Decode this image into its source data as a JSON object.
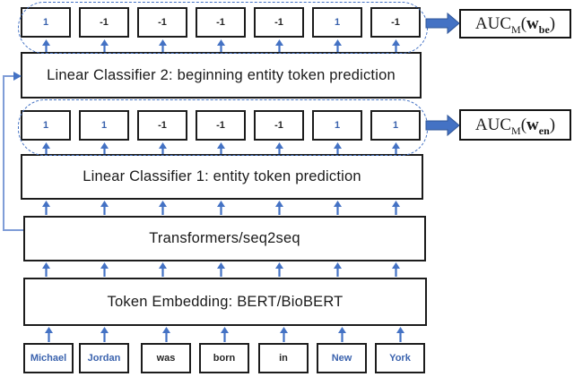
{
  "colors": {
    "entity_blue": "#3B63AE",
    "neutral_dark": "#262626",
    "arrow_blue": "#4472C4",
    "loop_blue": "#7F9DD7",
    "thick_arrow": "#4472C4",
    "box_border": "#1c1c1c",
    "dashed_group": "#4472C4"
  },
  "layers": {
    "classifier2_label": "Linear Classifier 2: beginning entity token prediction",
    "classifier1_label": "Linear Classifier 1: entity token prediction",
    "transformers_label": "Transformers/seq2seq",
    "embedding_label": "Token Embedding: BERT/BioBERT"
  },
  "predictions": {
    "beginning_entity_row": [
      {
        "value": "1",
        "highlight": true
      },
      {
        "value": "-1",
        "highlight": false
      },
      {
        "value": "-1",
        "highlight": false
      },
      {
        "value": "-1",
        "highlight": false
      },
      {
        "value": "-1",
        "highlight": false
      },
      {
        "value": "1",
        "highlight": true
      },
      {
        "value": "-1",
        "highlight": false
      }
    ],
    "entity_row": [
      {
        "value": "1",
        "highlight": true
      },
      {
        "value": "1",
        "highlight": true
      },
      {
        "value": "-1",
        "highlight": false
      },
      {
        "value": "-1",
        "highlight": false
      },
      {
        "value": "-1",
        "highlight": false
      },
      {
        "value": "1",
        "highlight": true
      },
      {
        "value": "1",
        "highlight": true
      }
    ]
  },
  "tokens": [
    {
      "text": "Michael",
      "entity": true
    },
    {
      "text": "Jordan",
      "entity": true
    },
    {
      "text": "was",
      "entity": false
    },
    {
      "text": "born",
      "entity": false
    },
    {
      "text": "in",
      "entity": false
    },
    {
      "text": "New",
      "entity": true
    },
    {
      "text": "York",
      "entity": true
    }
  ],
  "auc": {
    "be": {
      "func": "AUC",
      "func_sub": "M",
      "open": "(",
      "arg": "w",
      "arg_sub": "be",
      "close": ")"
    },
    "en": {
      "func": "AUC",
      "func_sub": "M",
      "open": "(",
      "arg": "w",
      "arg_sub": "en",
      "close": ")"
    }
  }
}
